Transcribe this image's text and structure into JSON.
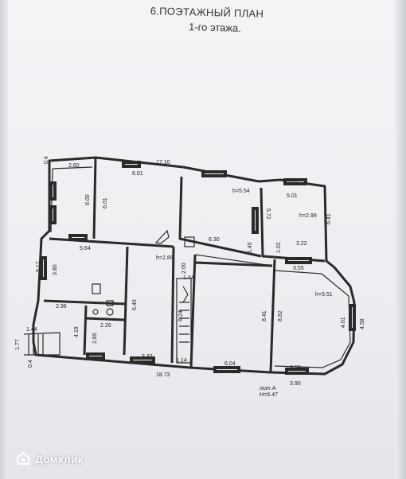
{
  "title": "6.ПОЭТАЖНЫЙ ПЛАН",
  "subtitle": "1-го этажа.",
  "dimensions": {
    "top_overall": "17.10",
    "top_left_room": "2.60",
    "left_room_height": "6.00",
    "top_room2": "6.01",
    "room2_side": "6.01",
    "top_right_wing": "5.75",
    "room3_height": "h=5.54",
    "right_room_width": "5.01",
    "right_room_height": "h=2.99",
    "right_room_side": "5.72",
    "right_outer": "6.41",
    "center_width": "6.30",
    "center_small": "1.45",
    "right_ledge": "1.02",
    "right_ledge_width": "3.22",
    "left_hall_width": "5.64",
    "left_hall_height": "3.80",
    "left_offset": "5.17",
    "corridor_height": "h=2.89",
    "stair_width": "2.00",
    "stair_short": "1.44",
    "corridor_len": "6.40",
    "stair_len": "6.24",
    "big_room_len": "8.41",
    "side_dim": "8.82",
    "bay_width": "3.55",
    "bay_height": "h=3.51",
    "bay_inner": "4.01",
    "bay_outer": "4.58",
    "bottom_left_width": "2.96",
    "porch_width": "1.44",
    "porch_depth": "4.19",
    "bath_width": "2.26",
    "bath_height": "2.69",
    "porch_side": "1.77",
    "bottom_left_edge": "0.4",
    "top_left_edge": "0.4",
    "corridor_bottom": "3.32",
    "stair_bottom": "1.14",
    "big_room_bottom": "6.04",
    "bay_bottom": "3.59",
    "bay_bottom_outer": "3.90",
    "bottom_overall": "18.73"
  },
  "stamp": {
    "line1": "лит А",
    "line2": "Н=6.47"
  },
  "watermark": {
    "text": "Домклик",
    "icon": "domclick-logo-icon"
  },
  "colors": {
    "wall": "#2a2a2a",
    "paper": "#eef0f3",
    "watermark": "#ffffff"
  }
}
